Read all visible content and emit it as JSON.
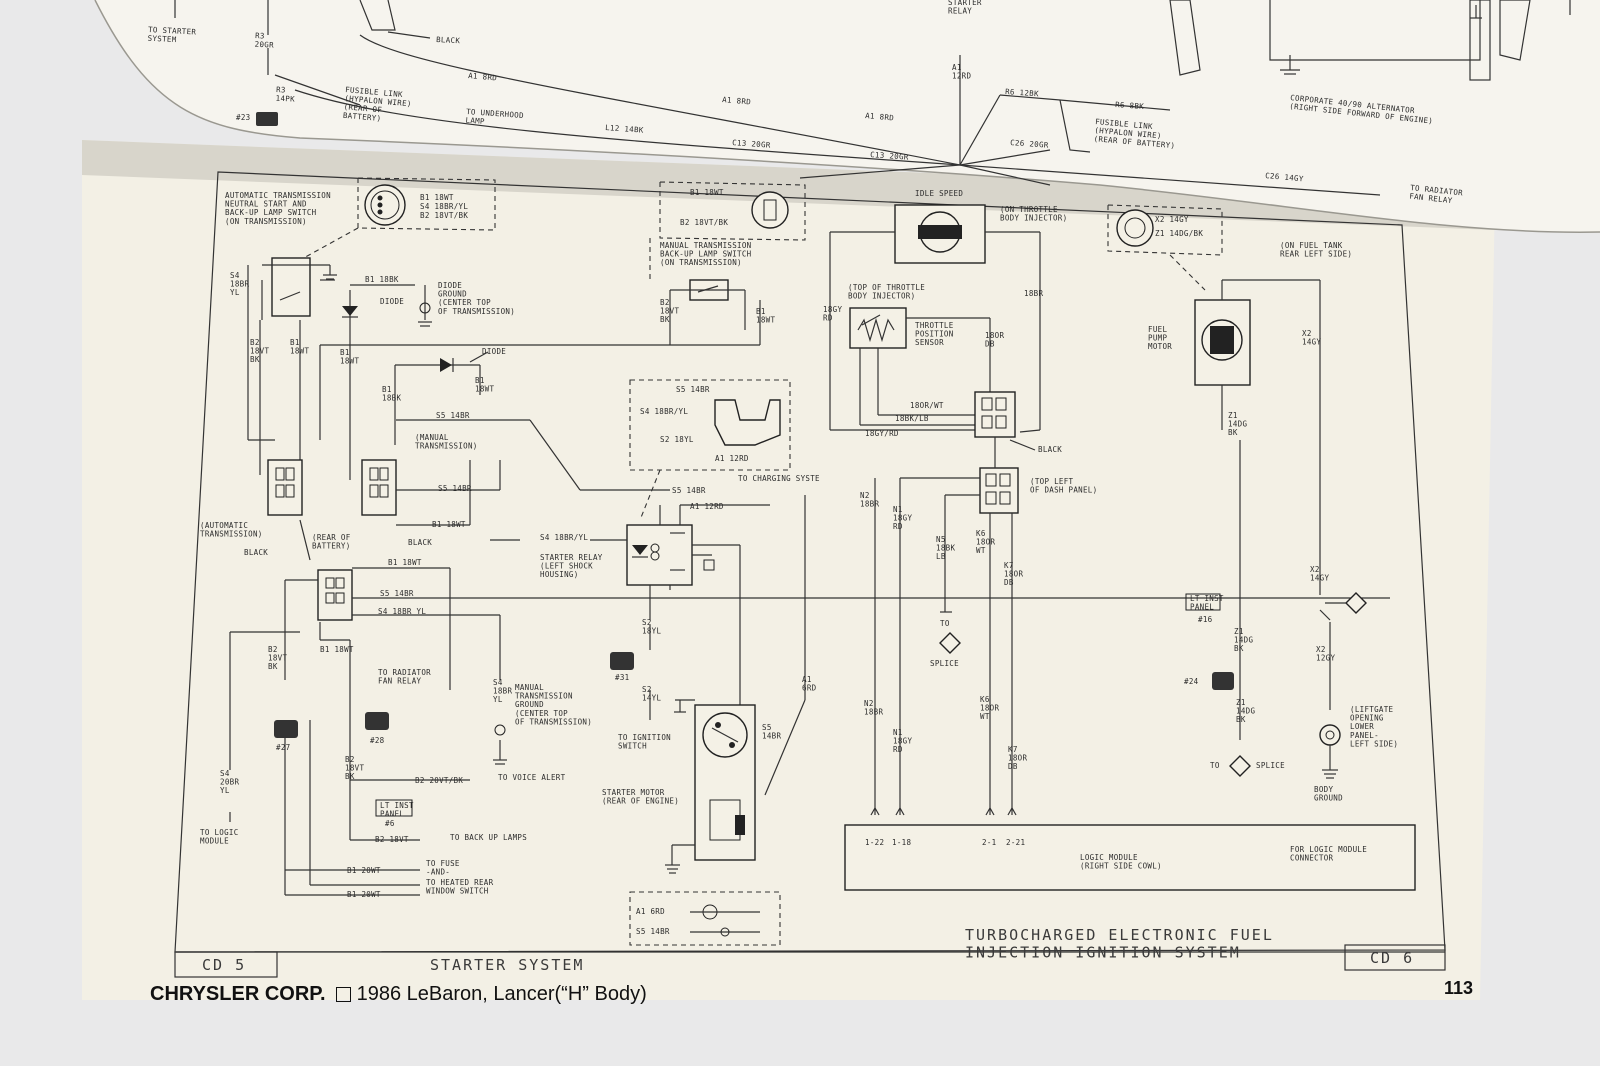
{
  "top_page": {
    "labels": {
      "to_starter_system": "TO STARTER\nSYSTEM",
      "r3": "R3\n20GR",
      "r3_14pk": "R3\n14PK",
      "black_top": "BLACK",
      "a1_8rd_1": "A1 8RD",
      "a1_8rd_2": "A1 8RD",
      "a1_8rd_3": "A1 8RD",
      "fusible_link_left": "FUSIBLE LINK\n(HYPALON WIRE)\n(REAR OF\nBATTERY)",
      "to_underhood_lamp": "TO UNDERHOOD\nLAMP",
      "l12": "L12 14BK",
      "c13": "C13 20GR",
      "c13b": "C13 20GR",
      "c26": "C26 20GR",
      "c26b": "C26 14GY",
      "a1_12rd": "A1\n12RD",
      "r6_12bk": "R6 12BK",
      "r6_8bk": "R6 8BK",
      "fusible_link_right": "FUSIBLE LINK\n(HYPALON WIRE)\n(REAR OF BATTERY)",
      "alternator": "CORPORATE 40/90 ALTERNATOR\n(RIGHT SIDE FORWARD OF ENGINE)",
      "to_radiator_fan": "TO RADIATOR\nFAN RELAY",
      "starter_relay_top": "STARTER\nRELAY",
      "ref_23": "#23"
    }
  },
  "cd5": {
    "section_code": "CD  5",
    "section_title": "STARTER SYSTEM",
    "labels": {
      "auto_trans_switch": "AUTOMATIC TRANSMISSION\nNEUTRAL START AND\nBACK-UP LAMP SWITCH\n(ON TRANSMISSION)",
      "conn_b1": "B1 18WT",
      "conn_s4": "S4 18BR/YL",
      "conn_b2": "B2 18VT/BK",
      "b1_18bk": "B1 18BK",
      "diode1": "DIODE",
      "diode_ground": "DIODE\nGROUND\n(CENTER TOP\nOF TRANSMISSION)",
      "diode2": "DIODE",
      "s4_left": "S4\n18BR\nYL",
      "b2_left": "B2\n18VT\nBK",
      "b1_left": "B1\n18WT",
      "b1_mid": "B1\n18WT",
      "b1_18bk_mid": "B1\n18BK",
      "b1_18wt_small": "B1\n18WT",
      "s5_14br_1": "S5 14BR",
      "manual_trans": "(MANUAL\nTRANSMISSION)",
      "s5_14br_2": "S5 14BR",
      "b1_18wt_conn": "B1 18WT",
      "black1": "BLACK",
      "auto_trans": "(AUTOMATIC\nTRANSMISSION)",
      "rear_battery": "(REAR OF\nBATTERY)",
      "black2": "BLACK",
      "b1_18wt_r": "B1 18WT",
      "s5_14br_r": "S5 14BR",
      "s4_18br_yl": "S4 18BR YL",
      "b1_18wt_lower": "B1 18WT",
      "b2_18vt_bk": "B2\n18VT\nBK",
      "to_radiator": "TO RADIATOR\nFAN RELAY",
      "manual_bl_switch": "MANUAL TRANSMISSION\nBACK-UP LAMP SWITCH\n(ON TRANSMISSION)",
      "mbl_b1": "B1 18WT",
      "mbl_b2": "B2 18VT/BK",
      "b2_18vt_bk_top": "B2\n18VT\nBK",
      "b1_18wt_top": "B1\n18WT",
      "relay_conn_s5": "S5 14BR",
      "relay_conn_s4": "S4 18BR/YL",
      "relay_conn_s2": "S2 18YL",
      "relay_conn_a1": "A1 12RD",
      "to_charging": "TO CHARGING SYSTE",
      "s5_14br_3": "S5 14BR",
      "a1_12rd": "A1 12RD",
      "s4_18br_yl_2": "S4 18BR/YL",
      "starter_relay": "STARTER RELAY\n(LEFT SHOCK\nHOUSING)",
      "s2_18yl": "S2\n18YL",
      "s2_14yl": "S2\n14YL",
      "to_ignition": "TO IGNITION\nSWITCH",
      "a1_6rd": "A1\n6RD",
      "s5_14br_v": "S5\n14BR",
      "starter_motor": "STARTER MOTOR\n(REAR OF ENGINE)",
      "manual_ground": "MANUAL\nTRANSMISSION\nGROUND\n(CENTER TOP\nOF TRANSMISSION)",
      "s4_18br_yl_v": "S4\n18BR\nYL",
      "b2_20vt_bk": "B2 20VT/BK",
      "to_voice_alert": "TO VOICE ALERT",
      "b2_18vt_bk_v": "B2\n18VT\nBK",
      "lt_inst_panel": "LT INST\nPANEL",
      "ref_6": "#6",
      "b2_18vt": "B2 18VT",
      "to_backup": "TO BACK UP LAMPS",
      "b1_20wt_1": "B1 20WT",
      "to_fuse": "TO FUSE\n-AND-",
      "b1_20wt_2": "B1 20WT",
      "to_heated": "TO HEATED REAR\nWINDOW SWITCH",
      "s4_20br": "S4\n20BR\nYL",
      "to_logic": "TO LOGIC\nMODULE",
      "ref_27": "#27",
      "ref_28": "#28",
      "ref_31": "#31",
      "a1_6rd_conn": "A1 6RD",
      "s5_14br_conn": "S5 14BR"
    }
  },
  "cd6": {
    "section_code": "CD  6",
    "section_title": "TURBOCHARGED ELECTRONIC FUEL\nINJECTION IGNITION SYSTEM",
    "labels": {
      "idle_speed": "IDLE SPEED",
      "on_throttle_body": "(ON THROTTLE\nBODY INJECTOR)",
      "top_of_throttle": "(TOP OF THROTTLE\nBODY INJECTOR)",
      "throttle_sensor": "THROTTLE\nPOSITION\nSENSOR",
      "18gy_rd": "18GY\nRD",
      "18br": "18BR",
      "18or_db": "18OR\nDB",
      "18or_wt": "18OR/WT",
      "18bk_lb": "18BK/LB",
      "18gy_rd_2": "18GY/RD",
      "black": "BLACK",
      "top_left_dash": "(TOP LEFT\nOF DASH PANEL)",
      "n2_18br": "N2\n18BR",
      "n1_18gy_rd": "N1\n18GY\nRD",
      "n5_18bk_lb": "N5\n18BK\nLB",
      "k6_18or_wt": "K6\n18OR\nWT",
      "k7_18or_db": "K7\n18OR\nDB",
      "to_n5": "TO",
      "splice_n5": "SPLICE",
      "n2_18br_2": "N2\n18BR",
      "n1_18gy_rd_2": "N1\n18GY\nRD",
      "k6_18or_wt_2": "K6\n18OR\nWT",
      "k7_18or_db_2": "K7\n18OR\nDB",
      "pin_122": "1-22",
      "pin_118": "1-18",
      "pin_21": "2-1",
      "pin_221": "2-21",
      "logic_module": "LOGIC MODULE\n(RIGHT SIDE COWL)",
      "logic_connector": "FOR LOGIC MODULE\nCONNECTOR",
      "x2_14gy_conn": "X2 14GY",
      "z1_14dg_bk": "Z1 14DG/BK",
      "on_fuel_tank": "(ON FUEL TANK\nREAR LEFT SIDE)",
      "fuel_pump": "FUEL\nPUMP\nMOTOR",
      "x2_14gy_v": "X2\n14GY",
      "z1_14dg_bk_v": "Z1\n14DG\nBK",
      "lt_inst_panel": "LT INST\nPANEL",
      "ref_16": "#16",
      "z1_14dg_bk_2": "Z1\n14DG\nBK",
      "ref_24": "#24",
      "z1_14dg_bk_3": "Z1\n14DG\nBK",
      "to_z1": "TO",
      "splice_z1": "SPLICE",
      "x2_14gy_2": "X2\n14GY",
      "x2_12gy": "X2\n12GY",
      "liftgate": "(LIFTGATE\nOPENING\nLOWER\nPANEL-\nLEFT SIDE)",
      "body_ground": "BODY\nGROUND"
    }
  },
  "footer": {
    "brand": "CHRYSLER CORP.",
    "model": "1986 LeBaron, Lancer(“H” Body)",
    "page_number": "113"
  },
  "colors": {
    "paper": "#f4f1e6",
    "ink": "#2c2c2c",
    "background": "#e9e9ea"
  }
}
